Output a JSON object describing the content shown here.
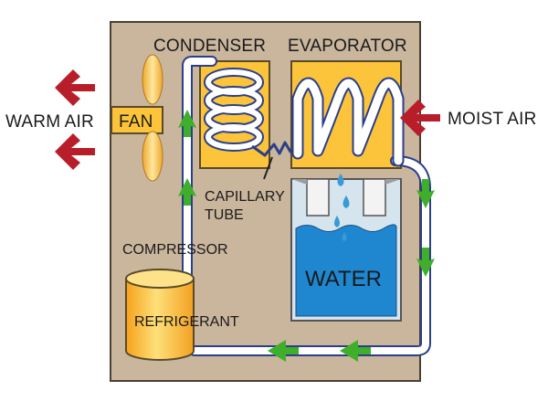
{
  "labels": {
    "condenser": "CONDENSER",
    "evaporator": "EVAPORATOR",
    "warm_air": "WARM AIR",
    "fan": "FAN",
    "moist_air": "MOIST AIR",
    "capillary": "CAPILLARY",
    "tube": "TUBE",
    "compressor": "COMPRESSOR",
    "refrigerant": "REFRIGERANT",
    "water": "WATER"
  },
  "colors": {
    "housing": "#cab59d",
    "housing_border": "#4a4035",
    "component_fill": "#fcc43a",
    "component_light": "#fde28a",
    "component_border": "#5a4a2a",
    "air_arrow": "#b81e2a",
    "flow_arrow": "#3fae2a",
    "tube_fill": "#ffffff",
    "tube_border": "#2a3f8a",
    "water_blue": "#1f86d0",
    "droplet": "#3a9ad6"
  }
}
